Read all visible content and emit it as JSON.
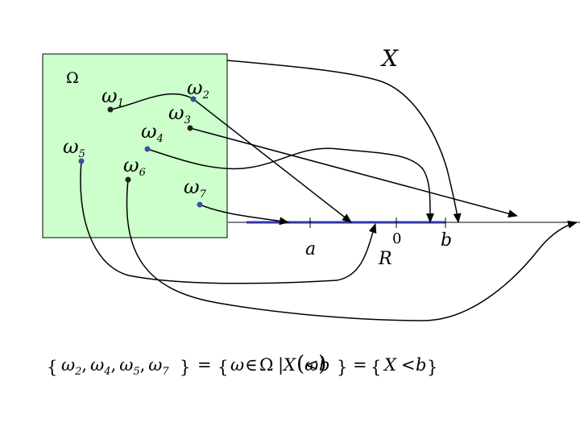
{
  "sample_space": {
    "symbol": "Ω",
    "fill_color": "#ccffcc",
    "points": [
      {
        "id": "w1",
        "letter": "ω",
        "index": "1",
        "color": "#222222"
      },
      {
        "id": "w2",
        "letter": "ω",
        "index": "2",
        "color": "#3b4fa0"
      },
      {
        "id": "w3",
        "letter": "ω",
        "index": "3",
        "color": "#222222"
      },
      {
        "id": "w4",
        "letter": "ω",
        "index": "4",
        "color": "#3b4fa0"
      },
      {
        "id": "w5",
        "letter": "ω",
        "index": "5",
        "color": "#3b4fa0"
      },
      {
        "id": "w6",
        "letter": "ω",
        "index": "6",
        "color": "#222222"
      },
      {
        "id": "w7",
        "letter": "ω",
        "index": "7",
        "color": "#3b4fa0"
      }
    ]
  },
  "mapping_label": "X",
  "real_line": {
    "label": "R",
    "highlight_color": "#3333aa",
    "tick_a": "a",
    "tick_zero": "0",
    "tick_b": "b"
  },
  "formula": {
    "lbrace": "{",
    "omega": "ω",
    "sub2": "2",
    "sub4": "4",
    "sub5": "5",
    "sub7": "7",
    "comma": ",",
    "rbrace": "}",
    "equals": "=",
    "element_of": "∈",
    "Omega": "Ω",
    "bar": "|",
    "X": "X",
    "lparen": "(",
    "rparen": ")",
    "less_than": "<",
    "b": "b"
  }
}
